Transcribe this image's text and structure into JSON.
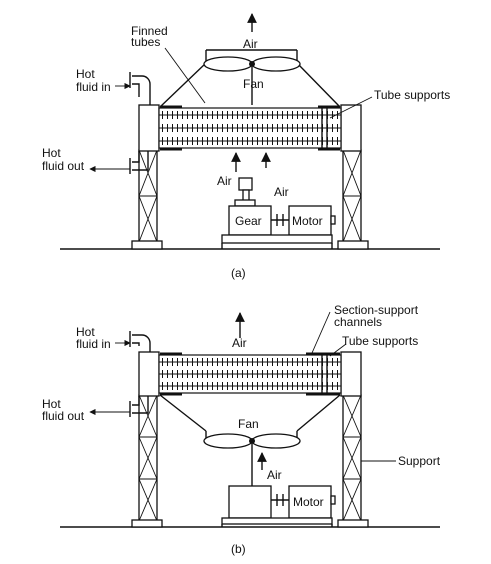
{
  "diagram_a": {
    "caption": "(a)",
    "labels": {
      "air_top": "Air",
      "finned_tubes_line1": "Finned",
      "finned_tubes_line2": "tubes",
      "fan": "Fan",
      "hot_fluid_in_line1": "Hot",
      "hot_fluid_in_line2": "fluid in",
      "tube_supports": "Tube supports",
      "hot_fluid_out_line1": "Hot",
      "hot_fluid_out_line2": "fluid out",
      "air_left": "Air",
      "air_right": "Air",
      "gear": "Gear",
      "motor": "Motor"
    }
  },
  "diagram_b": {
    "caption": "(b)",
    "labels": {
      "hot_fluid_in_line1": "Hot",
      "hot_fluid_in_line2": "fluid in",
      "air_top": "Air",
      "section_support_line1": "Section-support",
      "section_support_line2": "channels",
      "tube_supports": "Tube supports",
      "hot_fluid_out_line1": "Hot",
      "hot_fluid_out_line2": "fluid out",
      "fan": "Fan",
      "air_fan": "Air",
      "support": "Support",
      "motor": "Motor"
    }
  }
}
